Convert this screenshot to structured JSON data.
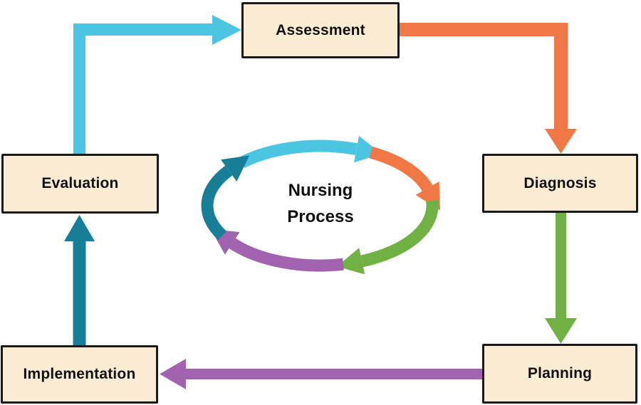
{
  "diagram": {
    "background": "#FFFFFF",
    "node_style": {
      "fill": "#FAEBD3",
      "border": "#1A1A1A",
      "text": "#111111"
    },
    "center": {
      "title_line1": "Nursing",
      "title_line2": "Process",
      "cycle_arrow_colors": [
        "#4BC5E2",
        "#EF7845",
        "#70B143",
        "#A163AE",
        "#177E97"
      ]
    },
    "nodes": [
      {
        "id": "assessment",
        "label": "Assessment"
      },
      {
        "id": "diagnosis",
        "label": "Diagnosis"
      },
      {
        "id": "planning",
        "label": "Planning"
      },
      {
        "id": "implementation",
        "label": "Implementation"
      },
      {
        "id": "evaluation",
        "label": "Evaluation"
      }
    ],
    "connectors": [
      {
        "from": "evaluation",
        "to": "assessment",
        "color": "#4BC5E2"
      },
      {
        "from": "assessment",
        "to": "diagnosis",
        "color": "#EF7845"
      },
      {
        "from": "diagnosis",
        "to": "planning",
        "color": "#70B143"
      },
      {
        "from": "planning",
        "to": "implementation",
        "color": "#A163AE"
      },
      {
        "from": "implementation",
        "to": "evaluation",
        "color": "#177E97"
      }
    ]
  }
}
